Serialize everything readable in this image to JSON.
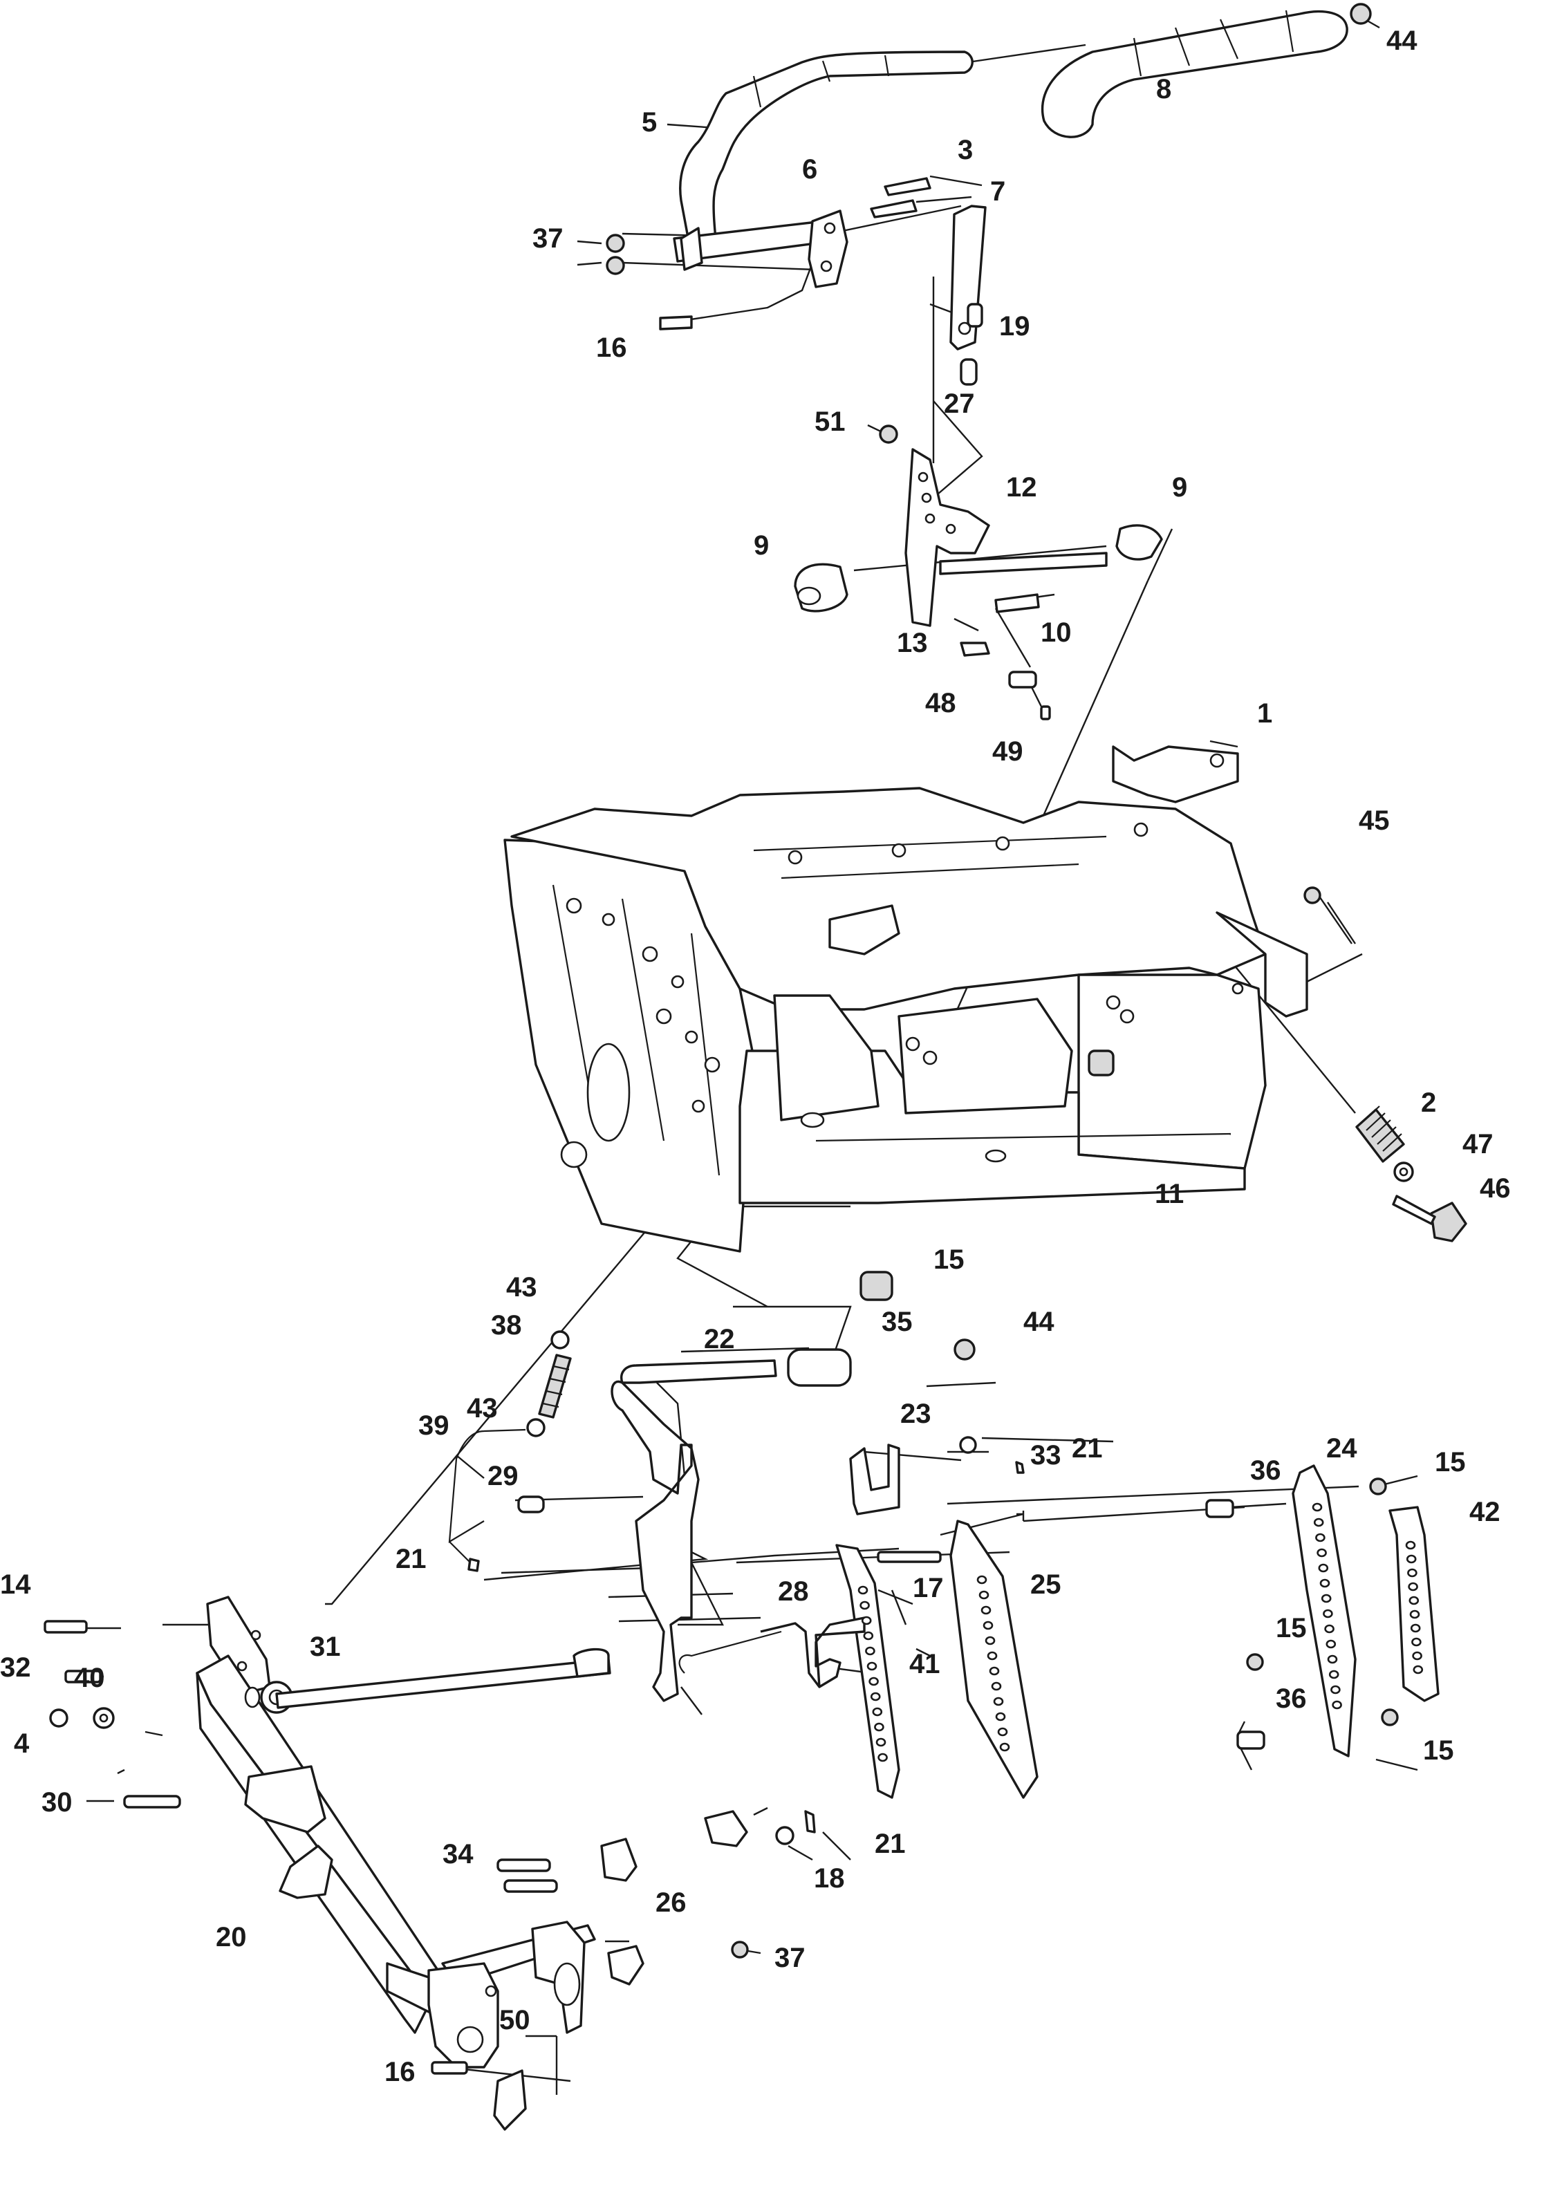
{
  "callouts": [
    {
      "id": "44a",
      "label": "44"
    },
    {
      "id": "8",
      "label": "8"
    },
    {
      "id": "5",
      "label": "5"
    },
    {
      "id": "3",
      "label": "3"
    },
    {
      "id": "6",
      "label": "6"
    },
    {
      "id": "7",
      "label": "7"
    },
    {
      "id": "37a",
      "label": "37"
    },
    {
      "id": "16a",
      "label": "16"
    },
    {
      "id": "19",
      "label": "19"
    },
    {
      "id": "27",
      "label": "27"
    },
    {
      "id": "51",
      "label": "51"
    },
    {
      "id": "12",
      "label": "12"
    },
    {
      "id": "9a",
      "label": "9"
    },
    {
      "id": "9b",
      "label": "9"
    },
    {
      "id": "10",
      "label": "10"
    },
    {
      "id": "13",
      "label": "13"
    },
    {
      "id": "48",
      "label": "48"
    },
    {
      "id": "49",
      "label": "49"
    },
    {
      "id": "1",
      "label": "1"
    },
    {
      "id": "45",
      "label": "45"
    },
    {
      "id": "2",
      "label": "2"
    },
    {
      "id": "47",
      "label": "47"
    },
    {
      "id": "46",
      "label": "46"
    },
    {
      "id": "11",
      "label": "11"
    },
    {
      "id": "15a",
      "label": "15"
    },
    {
      "id": "43a",
      "label": "43"
    },
    {
      "id": "38",
      "label": "38"
    },
    {
      "id": "43b",
      "label": "43"
    },
    {
      "id": "39",
      "label": "39"
    },
    {
      "id": "22",
      "label": "22"
    },
    {
      "id": "35",
      "label": "35"
    },
    {
      "id": "44b",
      "label": "44"
    },
    {
      "id": "23",
      "label": "23"
    },
    {
      "id": "33",
      "label": "33"
    },
    {
      "id": "21a",
      "label": "21"
    },
    {
      "id": "29",
      "label": "29"
    },
    {
      "id": "21b",
      "label": "21"
    },
    {
      "id": "36a",
      "label": "36"
    },
    {
      "id": "24",
      "label": "24"
    },
    {
      "id": "15b",
      "label": "15"
    },
    {
      "id": "42",
      "label": "42"
    },
    {
      "id": "14",
      "label": "14"
    },
    {
      "id": "17",
      "label": "17"
    },
    {
      "id": "25",
      "label": "25"
    },
    {
      "id": "28",
      "label": "28"
    },
    {
      "id": "31",
      "label": "31"
    },
    {
      "id": "32",
      "label": "32"
    },
    {
      "id": "40",
      "label": "40"
    },
    {
      "id": "15c",
      "label": "15"
    },
    {
      "id": "41",
      "label": "41"
    },
    {
      "id": "36b",
      "label": "36"
    },
    {
      "id": "4",
      "label": "4"
    },
    {
      "id": "15d",
      "label": "15"
    },
    {
      "id": "30",
      "label": "30"
    },
    {
      "id": "21c",
      "label": "21"
    },
    {
      "id": "34",
      "label": "34"
    },
    {
      "id": "18",
      "label": "18"
    },
    {
      "id": "26",
      "label": "26"
    },
    {
      "id": "20",
      "label": "20"
    },
    {
      "id": "37b",
      "label": "37"
    },
    {
      "id": "50",
      "label": "50"
    },
    {
      "id": "16b",
      "label": "16"
    }
  ]
}
